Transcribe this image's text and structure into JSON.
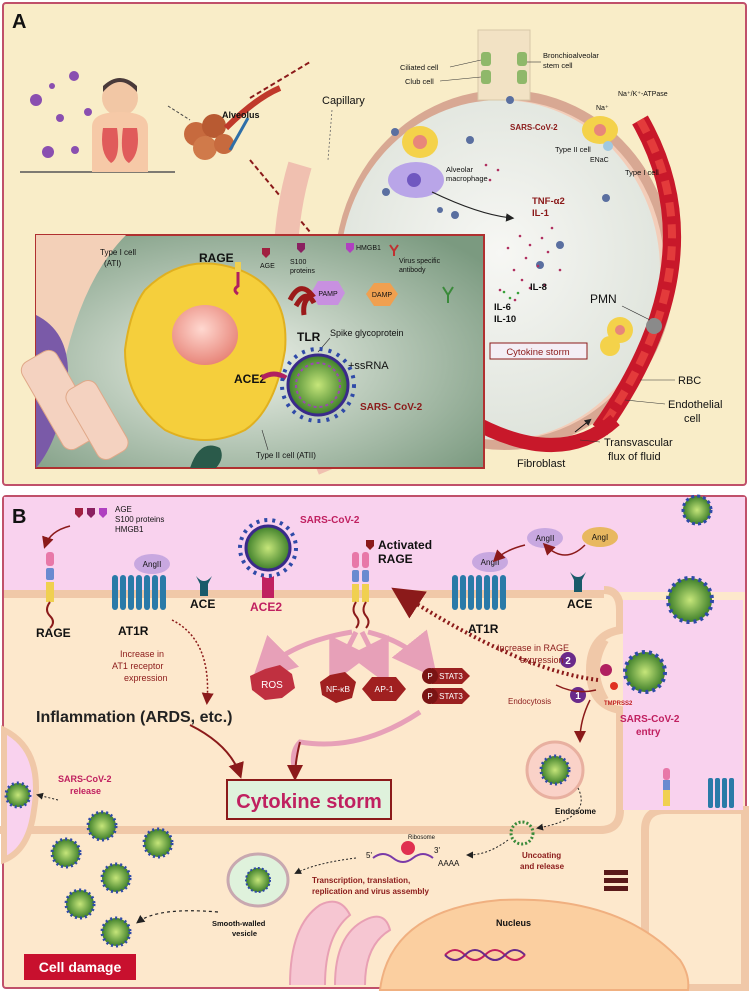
{
  "panel_a": {
    "label": "A",
    "alveolus": "Alveolus",
    "capillary": "Capillary",
    "ciliated_cell": "Ciliated cell",
    "club_cell": "Club cell",
    "bronchioalveolar_1": "Bronchioalveolar",
    "bronchioalveolar_2": "stem cell",
    "sars_cov_2": "SARS-CoV-2",
    "na": "Na⁺",
    "na_k_atpase": "Na⁺/K⁺-ATPase",
    "type_ii_cell": "Type II cell",
    "enac": "ENaC",
    "type_i_cell": "Type I cell",
    "alveolar_macrophage_1": "Alveolar",
    "alveolar_macrophage_2": "macrophage",
    "tnf": "TNF-α2",
    "il1": "IL-1",
    "il8": "IL-8",
    "il6": "IL-6",
    "il10": "IL-10",
    "pmn": "PMN",
    "cytokine_storm": "Cytokine storm",
    "rbc": "RBC",
    "endothelial_1": "Endothelial",
    "endothelial_2": "cell",
    "transvascular_1": "Transvascular",
    "transvascular_2": "flux of fluid",
    "fibroblast": "Fibroblast",
    "inset": {
      "type_i_1": "Type I cell",
      "type_i_2": "(ATI)",
      "rage": "RAGE",
      "age": "AGE",
      "s100_1": "S100",
      "s100_2": "proteins",
      "hmgb1": "HMGB1",
      "virus_ab_1": "Virus specific",
      "virus_ab_2": "antibody",
      "pamp": "PAMP",
      "damp": "DAMP",
      "tlr": "TLR",
      "spike": "Spike glycoprotein",
      "ssrna": "+ssRNA",
      "ace2": "ACE2",
      "sars": "SARS- CoV-2",
      "type_ii": "Type II cell (ATII)"
    }
  },
  "panel_b": {
    "label": "B",
    "legend_age": "AGE",
    "legend_s100": "S100 proteins",
    "legend_hmgb1": "HMGB1",
    "sars_top": "SARS-CoV-2",
    "activated_1": "Activated",
    "activated_2": "RAGE",
    "ang_ii": "AngII",
    "ang_i": "AngI",
    "rage": "RAGE",
    "at1r": "AT1R",
    "ace": "ACE",
    "ace2": "ACE2",
    "increase_at1_1": "Increase in",
    "increase_at1_2": "AT1 receptor",
    "increase_at1_3": "expression",
    "increase_rage_1": "Increase in RAGE",
    "increase_rage_2": "expression",
    "ros": "ROS",
    "nfkb": "NF-κB",
    "ap1": "AP-1",
    "p": "P",
    "stat3": "STAT3",
    "endocytosis": "Endocytosis",
    "tmprss2": "TMPRSS2",
    "sars_entry_1": "SARS-CoV-2",
    "sars_entry_2": "entry",
    "inflammation": "Inflammation (ARDS, etc.)",
    "cytokine_storm": "Cytokine storm",
    "sars_release_1": "SARS-CoV-2",
    "sars_release_2": "release",
    "endosome": "Endosome",
    "uncoating_1": "Uncoating",
    "uncoating_2": "and release",
    "ribosome": "Ribosome",
    "five_prime": "5'",
    "three_prime": "3'",
    "aaaa": "AAAA",
    "transcription_1": "Transcription, translation,",
    "transcription_2": "replication and virus assembly",
    "smooth_1": "Smooth-walled",
    "smooth_2": "vesicle",
    "nucleus": "Nucleus",
    "cell_damage": "Cell damage",
    "step_1": "1",
    "step_2": "2"
  },
  "colors": {
    "panel_bg": "#f9edc8",
    "panel_b_bg": "#fde8cc",
    "pink_bg": "#f9d2ee",
    "frame": "#c0506a",
    "dark_red": "#8b1a1a",
    "virus": "#6fb04a",
    "cytokine_box": "#dff2dc",
    "cell_damage": "#c8102e"
  }
}
